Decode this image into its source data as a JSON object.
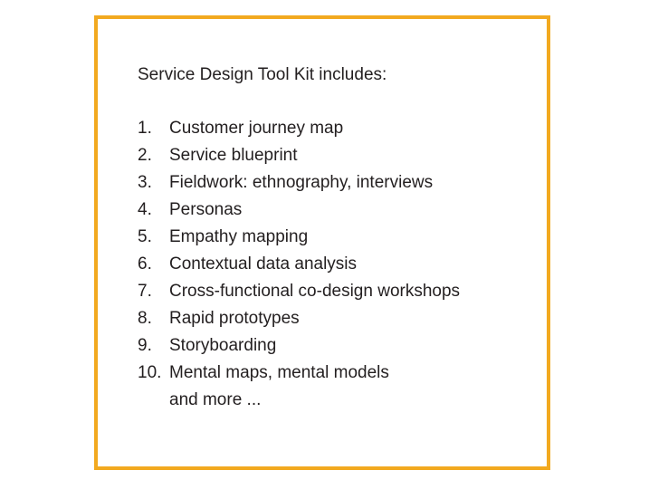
{
  "accent_color": "#f2a91f",
  "heading": "Service Design Tool Kit includes:",
  "tools": [
    {
      "number": "1.",
      "label": "Customer journey map"
    },
    {
      "number": "2.",
      "label": "Service blueprint"
    },
    {
      "number": "3.",
      "label": "Fieldwork: ethnography, interviews"
    },
    {
      "number": "4.",
      "label": "Personas"
    },
    {
      "number": "5.",
      "label": "Empathy mapping"
    },
    {
      "number": "6.",
      "label": "Contextual data analysis"
    },
    {
      "number": "7.",
      "label": "Cross-functional co-design workshops"
    },
    {
      "number": "8.",
      "label": "Rapid prototypes"
    },
    {
      "number": "9.",
      "label": "Storyboarding"
    },
    {
      "number": "10.",
      "label": "Mental maps, mental models"
    }
  ],
  "more_text": "and more ..."
}
